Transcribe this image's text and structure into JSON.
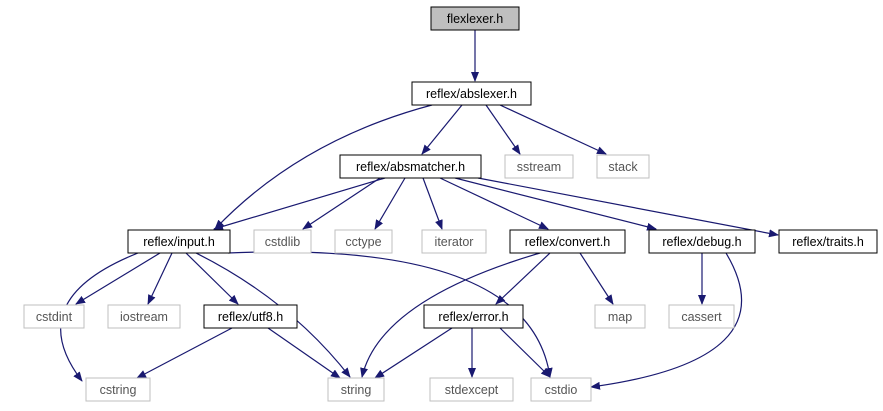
{
  "nodes": [
    {
      "id": "flexlexer",
      "label": "flexlexer.h",
      "style": "root"
    },
    {
      "id": "abslexer",
      "label": "reflex/abslexer.h",
      "style": "local"
    },
    {
      "id": "absmatcher",
      "label": "reflex/absmatcher.h",
      "style": "local"
    },
    {
      "id": "sstream",
      "label": "sstream",
      "style": "system"
    },
    {
      "id": "stack",
      "label": "stack",
      "style": "system"
    },
    {
      "id": "input",
      "label": "reflex/input.h",
      "style": "local"
    },
    {
      "id": "cstdlib",
      "label": "cstdlib",
      "style": "system"
    },
    {
      "id": "cctype",
      "label": "cctype",
      "style": "system"
    },
    {
      "id": "iterator",
      "label": "iterator",
      "style": "system"
    },
    {
      "id": "convert",
      "label": "reflex/convert.h",
      "style": "local"
    },
    {
      "id": "debug",
      "label": "reflex/debug.h",
      "style": "local"
    },
    {
      "id": "traits",
      "label": "reflex/traits.h",
      "style": "local"
    },
    {
      "id": "cstdint",
      "label": "cstdint",
      "style": "system"
    },
    {
      "id": "iostream",
      "label": "iostream",
      "style": "system"
    },
    {
      "id": "utf8",
      "label": "reflex/utf8.h",
      "style": "local"
    },
    {
      "id": "error",
      "label": "reflex/error.h",
      "style": "local"
    },
    {
      "id": "map",
      "label": "map",
      "style": "system"
    },
    {
      "id": "cassert",
      "label": "cassert",
      "style": "system"
    },
    {
      "id": "cstring",
      "label": "cstring",
      "style": "system"
    },
    {
      "id": "string",
      "label": "string",
      "style": "system"
    },
    {
      "id": "stdexcept",
      "label": "stdexcept",
      "style": "system"
    },
    {
      "id": "cstdio",
      "label": "cstdio",
      "style": "system"
    }
  ],
  "edges": [
    {
      "from": "flexlexer",
      "to": "abslexer"
    },
    {
      "from": "abslexer",
      "to": "absmatcher"
    },
    {
      "from": "abslexer",
      "to": "input"
    },
    {
      "from": "abslexer",
      "to": "sstream"
    },
    {
      "from": "abslexer",
      "to": "stack"
    },
    {
      "from": "absmatcher",
      "to": "input"
    },
    {
      "from": "absmatcher",
      "to": "cstdlib"
    },
    {
      "from": "absmatcher",
      "to": "cctype"
    },
    {
      "from": "absmatcher",
      "to": "iterator"
    },
    {
      "from": "absmatcher",
      "to": "convert"
    },
    {
      "from": "absmatcher",
      "to": "debug"
    },
    {
      "from": "absmatcher",
      "to": "traits"
    },
    {
      "from": "input",
      "to": "cstdint"
    },
    {
      "from": "input",
      "to": "iostream"
    },
    {
      "from": "input",
      "to": "utf8"
    },
    {
      "from": "input",
      "to": "cstring"
    },
    {
      "from": "input",
      "to": "string"
    },
    {
      "from": "input",
      "to": "cstdio"
    },
    {
      "from": "convert",
      "to": "error"
    },
    {
      "from": "convert",
      "to": "map"
    },
    {
      "from": "convert",
      "to": "string"
    },
    {
      "from": "debug",
      "to": "cassert"
    },
    {
      "from": "debug",
      "to": "cstdio"
    },
    {
      "from": "utf8",
      "to": "cstring"
    },
    {
      "from": "utf8",
      "to": "string"
    },
    {
      "from": "error",
      "to": "string"
    },
    {
      "from": "error",
      "to": "stdexcept"
    },
    {
      "from": "error",
      "to": "cstdio"
    }
  ],
  "colors": {
    "edge": "#191970",
    "local_border": "#000000",
    "system_border": "#bfbfbf",
    "root_fill": "#bfbfbf",
    "local_text": "#000000",
    "system_text": "#555555"
  }
}
